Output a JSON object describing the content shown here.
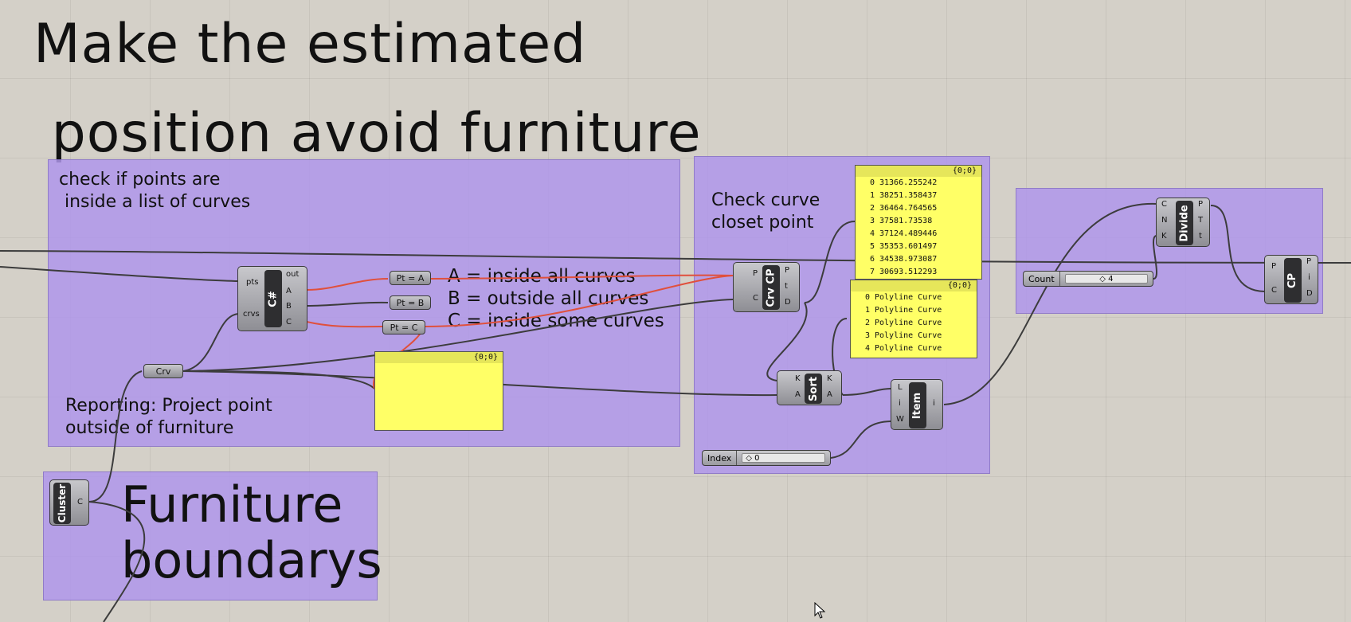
{
  "canvas": {
    "title_line1": "Make the estimated",
    "title_line2": " position avoid furniture"
  },
  "groups": {
    "group1": {
      "note": "check if points are\n inside a list of curves",
      "report_note": "Reporting: Project point\noutside of furniture",
      "legend_a": "A = inside all curves",
      "legend_b": "B = outside all curves",
      "legend_c": "C = inside some curves"
    },
    "group2": {
      "note": "Check curve\ncloset point"
    },
    "furniture": {
      "note": "Furniture\nboundarys"
    }
  },
  "components": {
    "csharp": {
      "label": "C#",
      "inputs": [
        "pts",
        "crvs"
      ],
      "outputs": [
        "out",
        "A",
        "B",
        "C"
      ]
    },
    "pt_a": {
      "label": "Pt = A"
    },
    "pt_b": {
      "label": "Pt = B"
    },
    "pt_c": {
      "label": "Pt = C"
    },
    "crv": {
      "label": "Crv"
    },
    "crvcp": {
      "label": "Crv CP",
      "inputs": [
        "P",
        "C"
      ],
      "outputs": [
        "P",
        "t",
        "D"
      ]
    },
    "sort": {
      "label": "Sort",
      "inputs": [
        "K",
        "A"
      ],
      "outputs": [
        "K",
        "A"
      ]
    },
    "item": {
      "label": "Item",
      "inputs": [
        "L",
        "i",
        "W"
      ],
      "outputs": [
        "i"
      ]
    },
    "divide": {
      "label": "Divide",
      "inputs": [
        "C",
        "N",
        "K"
      ],
      "outputs": [
        "P",
        "T",
        "t"
      ]
    },
    "cp": {
      "label": "CP",
      "inputs": [
        "P",
        "C"
      ],
      "outputs": [
        "P",
        "i",
        "D"
      ]
    },
    "cluster": {
      "label": "Cluster",
      "outputs": [
        "C"
      ]
    }
  },
  "sliders": {
    "count": {
      "label": "Count",
      "value": "◇ 4"
    },
    "index": {
      "label": "Index",
      "value": "◇ 0"
    }
  },
  "panels": {
    "distances": {
      "path": "{0;0}",
      "rows": [
        {
          "i": "0",
          "v": "31366.255242"
        },
        {
          "i": "1",
          "v": "38251.358437"
        },
        {
          "i": "2",
          "v": "36464.764565"
        },
        {
          "i": "3",
          "v": "37581.73538"
        },
        {
          "i": "4",
          "v": "37124.489446"
        },
        {
          "i": "5",
          "v": "35353.601497"
        },
        {
          "i": "6",
          "v": "34538.973087"
        },
        {
          "i": "7",
          "v": "30693.512293"
        }
      ]
    },
    "curves": {
      "path": "{0;0}",
      "rows": [
        {
          "i": "0",
          "v": "Polyline Curve"
        },
        {
          "i": "1",
          "v": "Polyline Curve"
        },
        {
          "i": "2",
          "v": "Polyline Curve"
        },
        {
          "i": "3",
          "v": "Polyline Curve"
        },
        {
          "i": "4",
          "v": "Polyline Curve"
        }
      ]
    },
    "empty": {
      "path": "{0;0}"
    }
  },
  "colors": {
    "group_fill": "#af96eb",
    "panel_fill": "#ffff66",
    "wire_dark": "#3c3c3c",
    "wire_red": "#e0503c"
  }
}
